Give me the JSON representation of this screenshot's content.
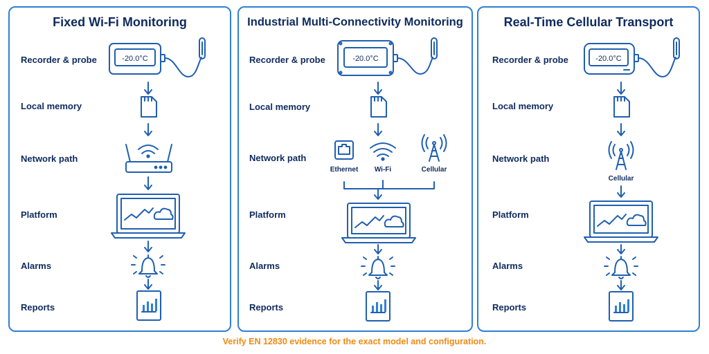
{
  "panels": [
    {
      "title": "Fixed Wi-Fi Monitoring",
      "rows": [
        "Recorder & probe",
        "Local memory",
        "Network path",
        "Platform",
        "Alarms",
        "Reports"
      ],
      "display": "-20.0°C"
    },
    {
      "title": "Industrial Multi-Connectivity Monitoring",
      "rows": [
        "Recorder & probe",
        "Local memory",
        "Network path",
        "Platform",
        "Alarms",
        "Reports"
      ],
      "display": "-20.0°C",
      "network_options": [
        "Ethernet",
        "Wi-Fi",
        "Cellular"
      ]
    },
    {
      "title": "Real-Time Cellular Transport",
      "rows": [
        "Recorder & probe",
        "Local memory",
        "Network path",
        "Platform",
        "Alarms",
        "Reports"
      ],
      "display": "-20.0°C",
      "network_label": "Cellular"
    }
  ],
  "footer": "Verify EN 12830 evidence for the exact model and configuration.",
  "colors": {
    "accent": "#2f7fd6",
    "text": "#0f2a5e",
    "footer": "#f08a12"
  },
  "icons": [
    "recorder-icon",
    "probe-icon",
    "sd-card-icon",
    "router-icon",
    "wifi-icon",
    "ethernet-icon",
    "cell-tower-icon",
    "laptop-icon",
    "bell-icon",
    "report-icon",
    "arrow-down-icon"
  ]
}
